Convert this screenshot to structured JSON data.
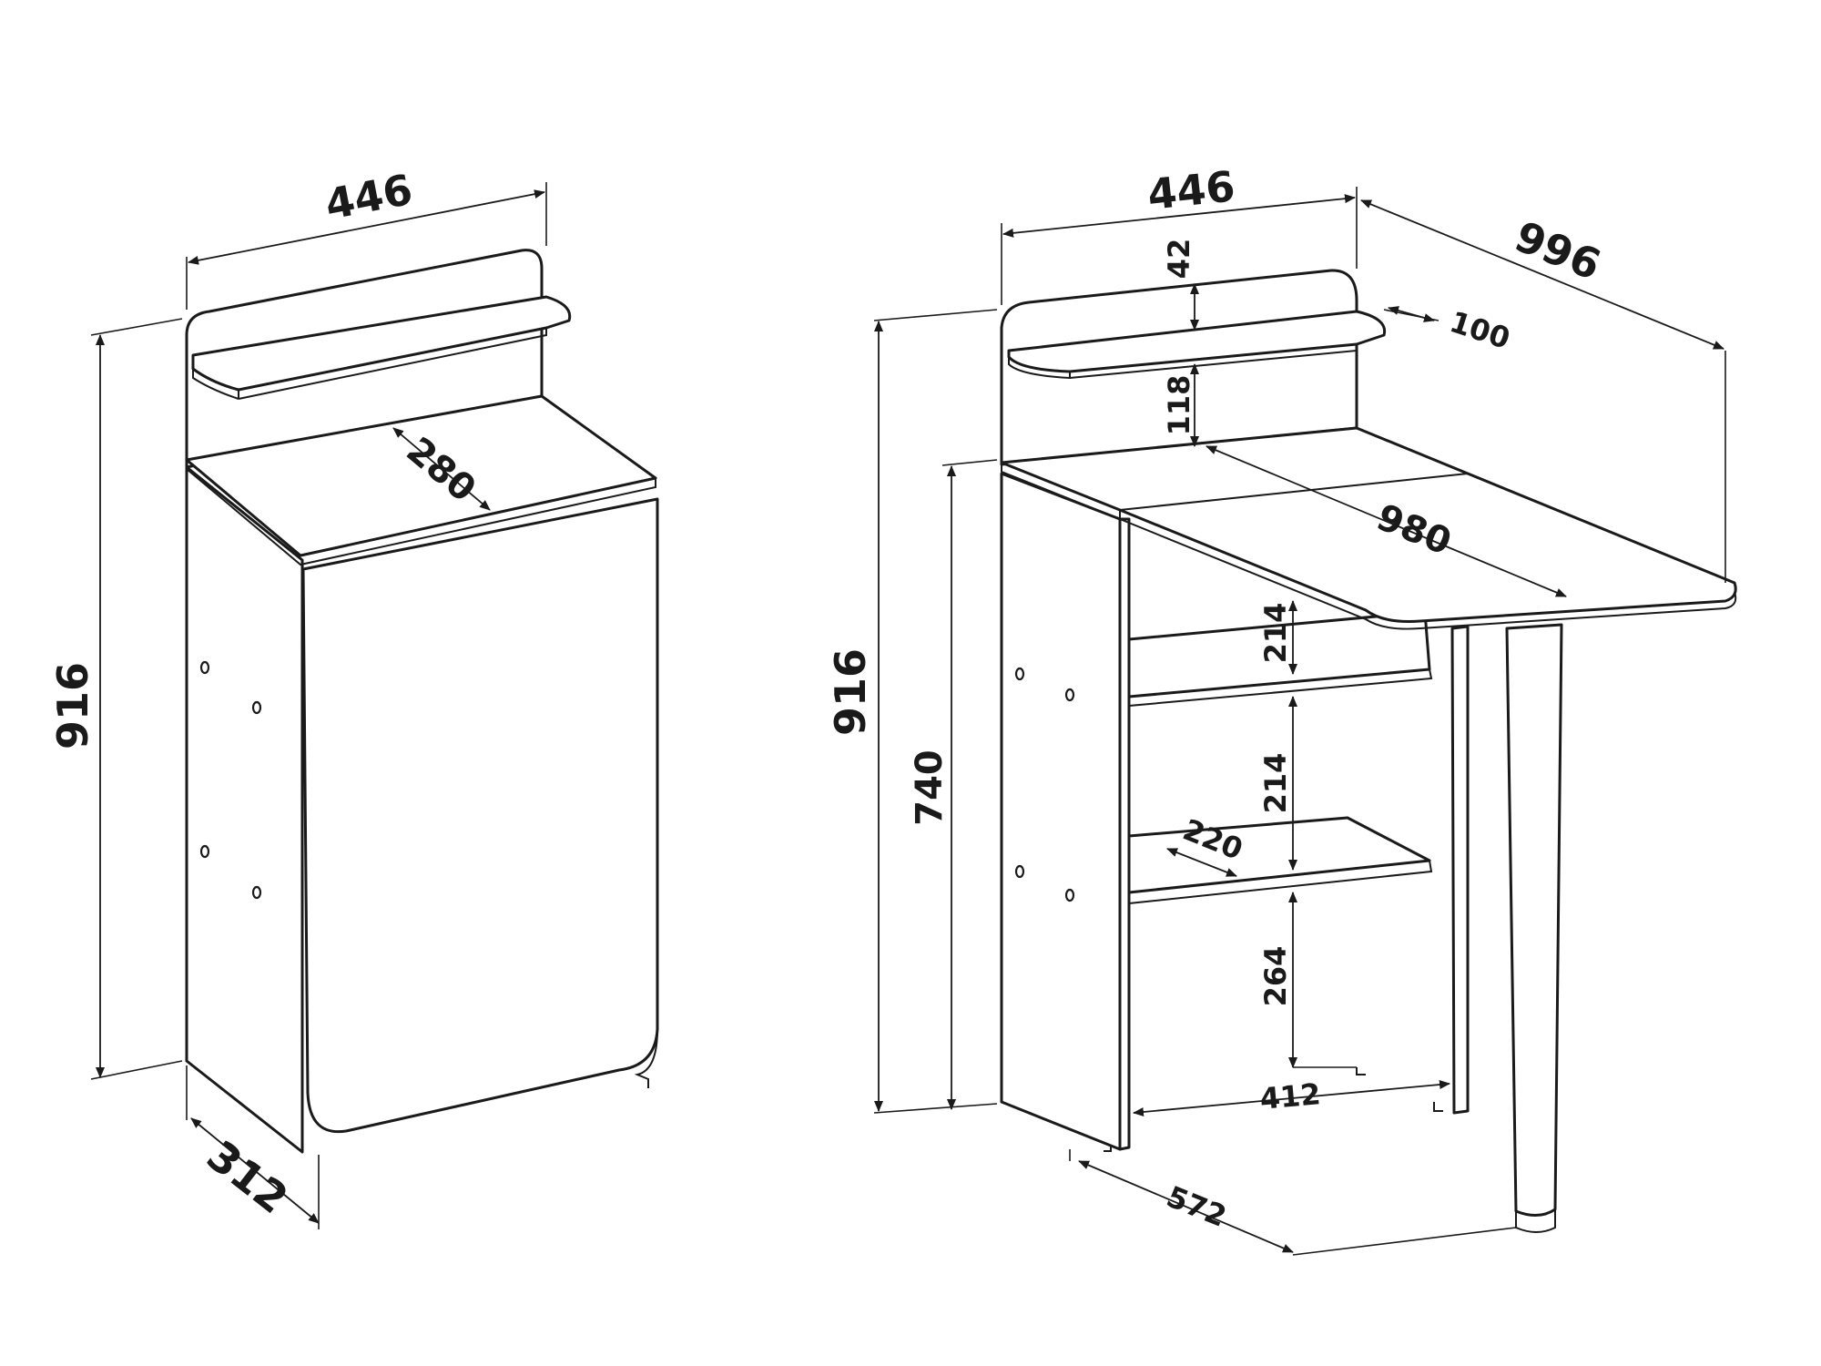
{
  "cabinet_closed": {
    "width": "446",
    "height": "916",
    "depth": "312",
    "top_depth": "280"
  },
  "desk_open": {
    "width": "446",
    "overall_depth": "996",
    "height": "916",
    "table_height": "740",
    "shelf_gap_top": "42",
    "shelf_depth": "100",
    "shelf_height": "118",
    "table_length": "980",
    "shelf_spacing_1": "214",
    "shelf_spacing_2": "214",
    "shelf_spacing_3": "264",
    "inner_shelf_depth": "220",
    "inner_width": "412",
    "base_depth": "572"
  }
}
